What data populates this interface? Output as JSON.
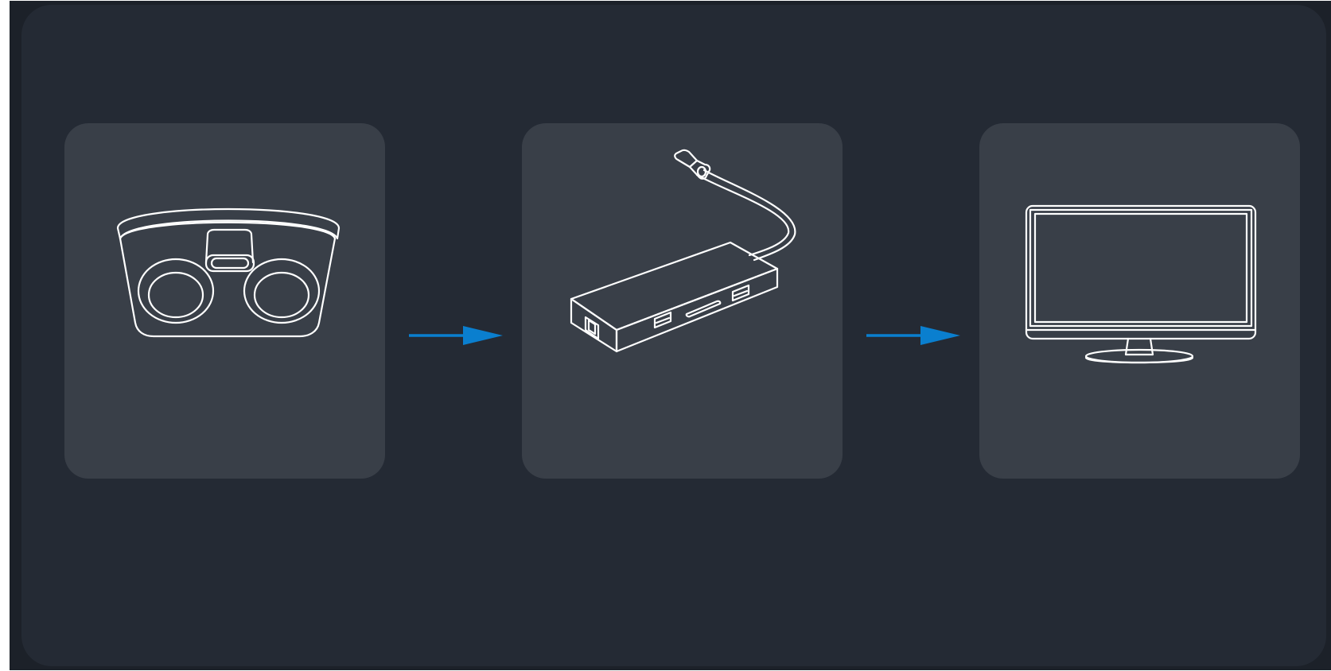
{
  "diagram": {
    "nodes": [
      {
        "id": "camera",
        "icon": "stereo-camera-icon"
      },
      {
        "id": "hub",
        "icon": "usb-c-hub-icon"
      },
      {
        "id": "monitor",
        "icon": "monitor-icon"
      }
    ],
    "edges": [
      {
        "from": "camera",
        "to": "hub",
        "icon": "arrow-right-icon"
      },
      {
        "from": "hub",
        "to": "monitor",
        "icon": "arrow-right-icon"
      }
    ]
  },
  "colors": {
    "background": "#242a34",
    "card": "#393f48",
    "line_art": "#ffffff",
    "arrow": "#0a7fcf"
  }
}
